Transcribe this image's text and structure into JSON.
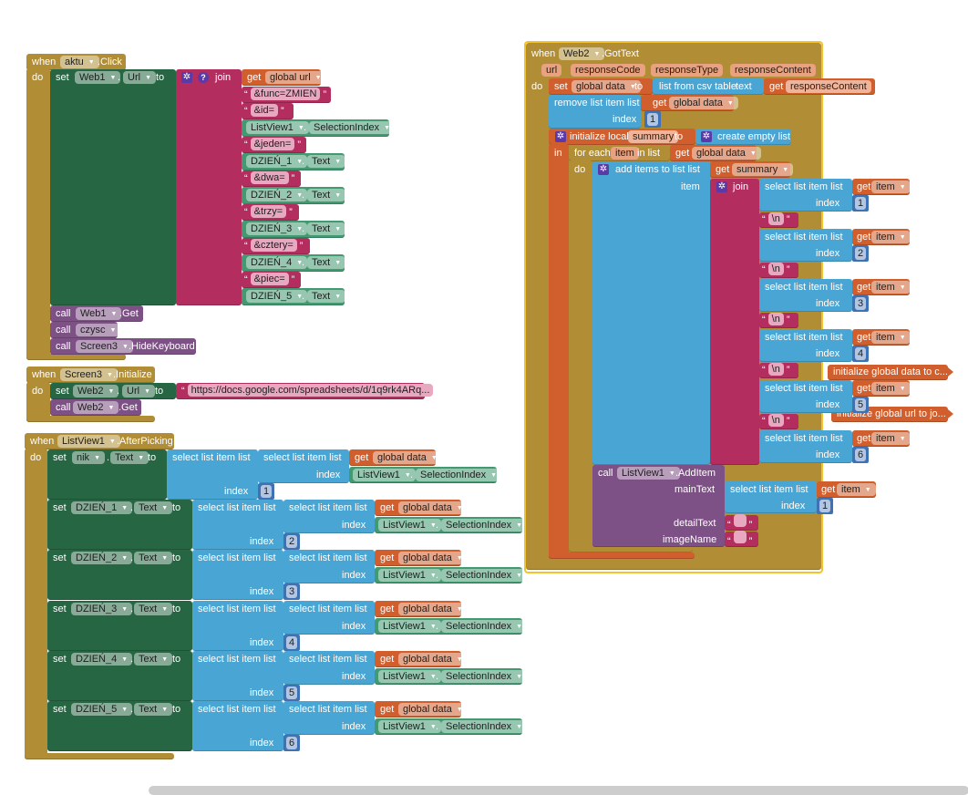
{
  "colors": {
    "event": "#b18e35",
    "setter": "#266643",
    "text": "#b32d5e",
    "variable": "#d05f2d",
    "component": "#439970",
    "list": "#49a6d4",
    "math": "#3f71b5",
    "call": "#7d5185",
    "selection": "#f3c22f"
  },
  "kw": {
    "when": "when",
    "do": "do",
    "set": "set",
    "to": "to",
    "call": "call",
    "get": "get",
    "join": "join",
    "index": "index",
    "dot": ".",
    "in": "in",
    "sel": "select list item  list",
    "help": "?"
  },
  "aktu_click": {
    "component": "aktu",
    "event": ".Click",
    "set_component": "Web1",
    "set_property": "Url",
    "global_var": "global url",
    "strings": [
      "&func=ZMIEN",
      "&id=",
      "&jeden=",
      "&dwa=",
      "&trzy=",
      "&cztery=",
      "&piec="
    ],
    "selection": {
      "component": "ListView1",
      "property": "SelectionIndex"
    },
    "fields": [
      {
        "component": "DZIEŃ_1",
        "property": "Text"
      },
      {
        "component": "DZIEŃ_2",
        "property": "Text"
      },
      {
        "component": "DZIEŃ_3",
        "property": "Text"
      },
      {
        "component": "DZIEŃ_4",
        "property": "Text"
      },
      {
        "component": "DZIEŃ_5",
        "property": "Text"
      }
    ],
    "calls": [
      {
        "component": "Web1",
        "method": ".Get"
      },
      {
        "component": "czysc",
        "method": ""
      },
      {
        "component": "Screen3",
        "method": ".HideKeyboard"
      }
    ]
  },
  "screen3_init": {
    "component": "Screen3",
    "event": ".Initialize",
    "set_component": "Web2",
    "set_property": "Url",
    "url": "https://docs.google.com/spreadsheets/d/1q9rk4ARq...",
    "call_component": "Web2",
    "call_method": ".Get"
  },
  "after_picking": {
    "component": "ListView1",
    "event": ".AfterPicking",
    "global_var": "global data",
    "sel_component": "ListView1",
    "sel_property": "SelectionIndex",
    "rows": [
      {
        "component": "nik",
        "property": "Text",
        "index": "1"
      },
      {
        "component": "DZIEŃ_1",
        "property": "Text",
        "index": "2"
      },
      {
        "component": "DZIEŃ_2",
        "property": "Text",
        "index": "3"
      },
      {
        "component": "DZIEŃ_3",
        "property": "Text",
        "index": "4"
      },
      {
        "component": "DZIEŃ_4",
        "property": "Text",
        "index": "5"
      },
      {
        "component": "DZIEŃ_5",
        "property": "Text",
        "index": "6"
      }
    ]
  },
  "got_text": {
    "component": "Web2",
    "event": ".GotText",
    "params": [
      "url",
      "responseCode",
      "responseType",
      "responseContent"
    ],
    "set_var": "global data",
    "csv_label": "list from csv table",
    "csv_text": "text",
    "response_var": "responseContent",
    "remove_label": "remove list item  list",
    "remove_var": "global data",
    "remove_index": "1",
    "init_local": "initialize local",
    "local_name": "summary",
    "create_empty": "create empty list",
    "for_each": "for each",
    "for_each_var": "item",
    "in_list": "in list",
    "for_each_list": "global data",
    "add_items": "add items to list  list",
    "add_list_var": "summary",
    "item_label": "item",
    "join_indices": [
      "1",
      "2",
      "3",
      "4",
      "5",
      "6"
    ],
    "newline": "\\n",
    "add_item": {
      "component": "ListView1",
      "method": ".AddItem",
      "main_text": "mainText",
      "detail_text": "detailText",
      "image_name": "imageName",
      "index": "1",
      "detail_value": "",
      "image_value": ""
    }
  },
  "collapsed": [
    "initialize global data to c...",
    "initialize global url to jo..."
  ]
}
